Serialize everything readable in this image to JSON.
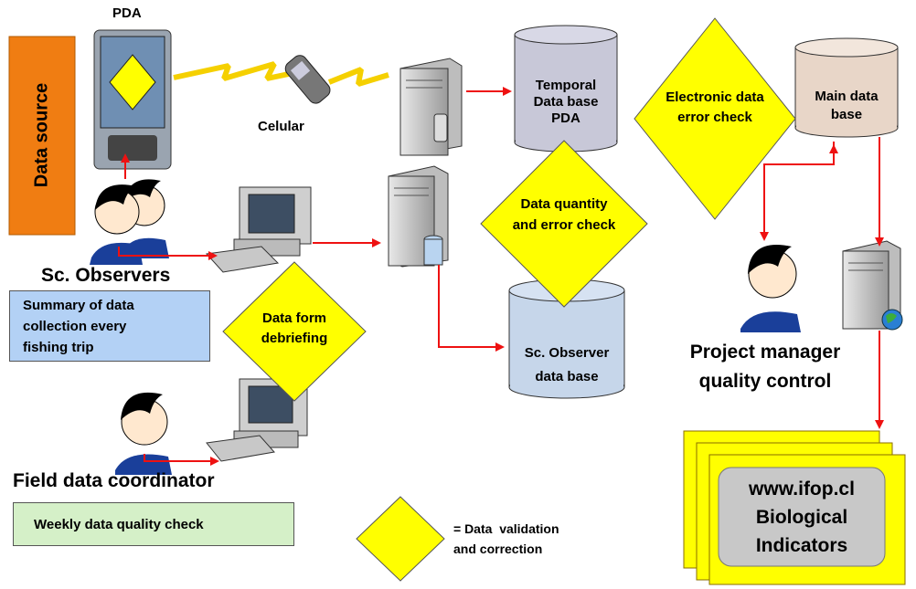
{
  "colors": {
    "data_source": "#f07d12",
    "diamond": "#ffff00",
    "cylinder_gray": "#c8c8d8",
    "cylinder_tan": "#e8d6c8",
    "cylinder_blue": "#c6d6ea",
    "arrow": "#ee1111",
    "summary_box": "#b3d1f5",
    "weekly_box": "#d5f0c8",
    "web_box": "#ffff00",
    "web_panel": "#c8c8c8"
  },
  "data_source": "Data source",
  "pda": {
    "label": "PDA"
  },
  "celular": "Celular",
  "temporal_db": {
    "lines": [
      "Temporal",
      "Data base",
      "PDA"
    ]
  },
  "electronic_check": {
    "lines": [
      "Electronic data",
      "error check"
    ]
  },
  "main_db": {
    "lines": [
      "Main data",
      "base"
    ]
  },
  "quantity_check": {
    "lines": [
      "Data quantity",
      "and error check"
    ]
  },
  "observers": {
    "title": "Sc. Observers",
    "summary": [
      "Summary of data",
      "collection every",
      "fishing trip"
    ]
  },
  "debriefing": {
    "lines": [
      "Data form",
      "debriefing"
    ]
  },
  "observer_db": {
    "lines": [
      "Sc. Observer",
      "data base"
    ]
  },
  "project_manager": {
    "lines": [
      "Project manager",
      "quality control"
    ]
  },
  "field_coordinator": {
    "title": "Field data coordinator",
    "weekly": "Weekly data quality check"
  },
  "legend": {
    "lines": [
      "= Data  validation",
      "and correction"
    ]
  },
  "web": {
    "lines": [
      "www.ifop.cl",
      "Biological",
      "Indicators"
    ]
  }
}
